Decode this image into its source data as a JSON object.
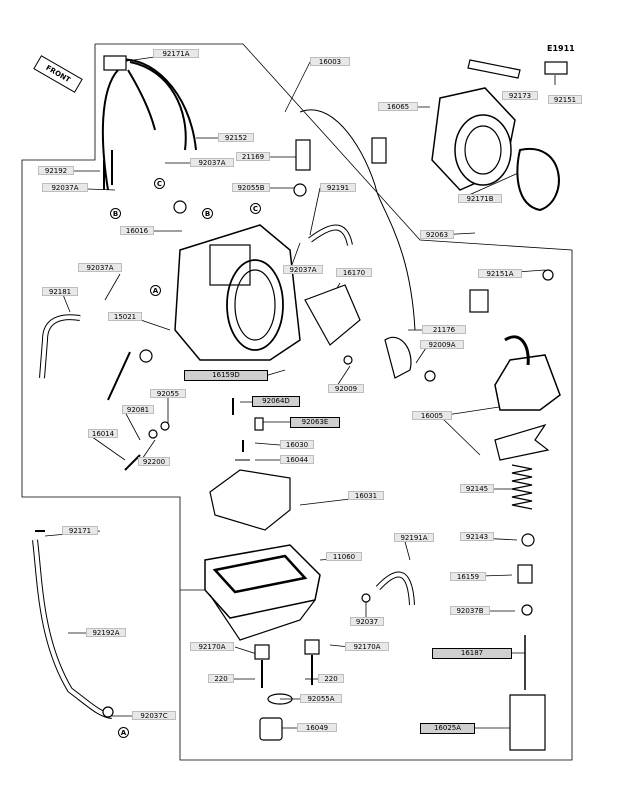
{
  "figure_id": "E1911",
  "front_label": "FRONT",
  "labels": {
    "l92171A": "92171A",
    "l16003": "16003",
    "l92152": "92152",
    "l92192": "92192",
    "l92037A_1": "92037A",
    "l92037A_2": "92037A",
    "l21169": "21169",
    "l92055B": "92055B",
    "l92191": "92191",
    "l16065": "16065",
    "l92173": "92173",
    "l92151": "92151",
    "l92171B": "92171B",
    "l16016": "16016",
    "l92037A_3": "92037A",
    "l92037A_4": "92037A",
    "l16170": "16170",
    "l92063": "92063",
    "l92151A": "92151A",
    "l92181": "92181",
    "l15021": "15021",
    "l21176": "21176",
    "l92009A": "92009A",
    "l16159D": "16159D",
    "l92009": "92009",
    "l92055": "92055",
    "l92064D": "92064D",
    "l92081": "92081",
    "l92063E": "92063E",
    "l16005": "16005",
    "l16014": "16014",
    "l92200": "92200",
    "l16030": "16030",
    "l16044": "16044",
    "l16031": "16031",
    "l92145": "92145",
    "l92171": "92171",
    "l92191A": "92191A",
    "l92143": "92143",
    "l11060": "11060",
    "l16159": "16159",
    "l92037": "92037",
    "l92037B": "92037B",
    "l92192A": "92192A",
    "l92170A_1": "92170A",
    "l92170A_2": "92170A",
    "l16187": "16187",
    "l220_1": "220",
    "l220_2": "220",
    "l92055A": "92055A",
    "l92037C": "92037C",
    "l16049": "16049",
    "l16025A": "16025A"
  },
  "callouts": {
    "cA_1": "A",
    "cA_2": "A",
    "cB_1": "B",
    "cB_2": "B",
    "cC_1": "C",
    "cC_2": "C"
  }
}
